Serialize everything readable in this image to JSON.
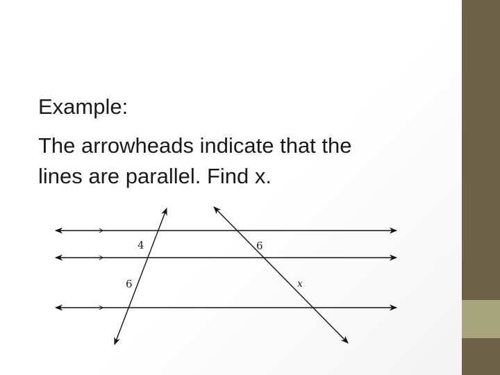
{
  "slide": {
    "title": "Example:",
    "body_line1": "The arrowheads indicate that the",
    "body_line2": "lines are parallel. Find x."
  },
  "figure": {
    "labels": {
      "segment_top_left": "4",
      "segment_bottom_left": "6",
      "segment_top_right": "6",
      "segment_bottom_right": "x"
    }
  },
  "colors": {
    "sidebar_dark": "#6b6248",
    "sidebar_light": "#a7a57c",
    "text": "#1a1a1a"
  }
}
